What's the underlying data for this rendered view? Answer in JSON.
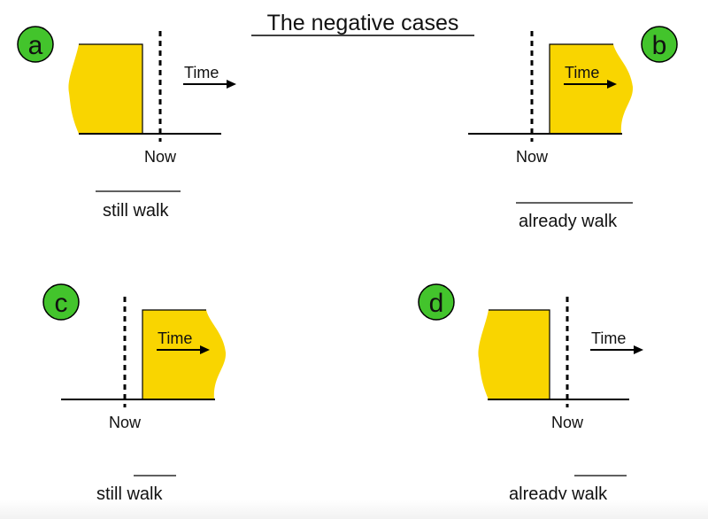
{
  "title": "The negative cases",
  "colors": {
    "badge_fill": "#43c42c",
    "badge_stroke": "#000000",
    "block_fill": "#f9d500",
    "line": "#000000",
    "text": "#111111"
  },
  "panels": [
    {
      "id": "a",
      "badge": "a",
      "block_side": "past",
      "time_label": "Time",
      "now_label": "Now",
      "caption": "still walk"
    },
    {
      "id": "b",
      "badge": "b",
      "block_side": "future",
      "time_label": "Time",
      "now_label": "Now",
      "caption": "already walk"
    },
    {
      "id": "c",
      "badge": "c",
      "block_side": "future",
      "time_label": "Time",
      "now_label": "Now",
      "caption": "still walk"
    },
    {
      "id": "d",
      "badge": "d",
      "block_side": "past",
      "time_label": "Time",
      "now_label": "Now",
      "caption": "already walk"
    }
  ]
}
